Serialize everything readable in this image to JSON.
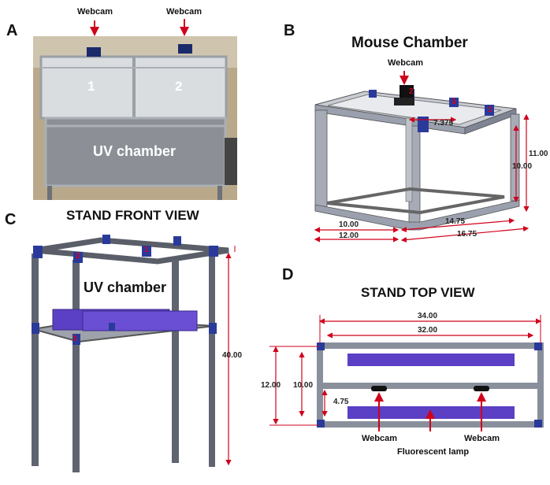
{
  "panels": {
    "a": {
      "letter": "A",
      "webcam_labels": [
        "Webcam",
        "Webcam"
      ],
      "chamber_numbers": [
        "1",
        "2"
      ],
      "chamber_label": "UV chamber"
    },
    "b": {
      "letter": "B",
      "title": "Mouse Chamber",
      "webcam_label": "Webcam",
      "markers": [
        "1",
        "2",
        "3"
      ],
      "dims": {
        "inner": "7.375",
        "height_outer": "11.00",
        "height_inner": "10.00",
        "w1": "10.00",
        "w2": "12.00",
        "d1": "14.75",
        "d2": "16.75"
      }
    },
    "c": {
      "letter": "C",
      "title": "STAND FRONT VIEW",
      "chamber_label": "UV chamber",
      "markers": [
        "1",
        "2",
        "3"
      ],
      "dims": {
        "height": "40.00"
      }
    },
    "d": {
      "letter": "D",
      "title": "STAND TOP VIEW",
      "dims": {
        "outer_width": "34.00",
        "inner_width": "32.00",
        "outer_depth": "12.00",
        "inner_depth": "10.00",
        "offset": "4.75"
      },
      "labels": {
        "webcam_left": "Webcam",
        "webcam_right": "Webcam",
        "lamp": "Fluorescent lamp"
      }
    }
  },
  "colors": {
    "dimension": "#d0021b",
    "frame": "#8a8f9c",
    "connector": "#2a3a9a",
    "lamp": "#5b3fc4"
  }
}
